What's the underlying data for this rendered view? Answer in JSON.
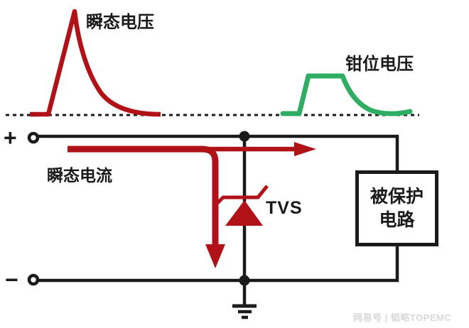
{
  "colors": {
    "red": "#b01218",
    "green": "#2fae63",
    "ink": "#1a1a1a",
    "watermark": "#d9d9d9"
  },
  "waveforms": {
    "transient_voltage_label": "瞬态电压",
    "clamp_voltage_label": "钳位电压"
  },
  "circuit": {
    "plus_terminal": "+",
    "minus_terminal": "−",
    "transient_current_label": "瞬态电流",
    "tvs_label": "TVS",
    "protected_box": {
      "line1": "被保护",
      "line2": "电路"
    }
  },
  "watermark": "网易号 | 韬略TOPEMC"
}
